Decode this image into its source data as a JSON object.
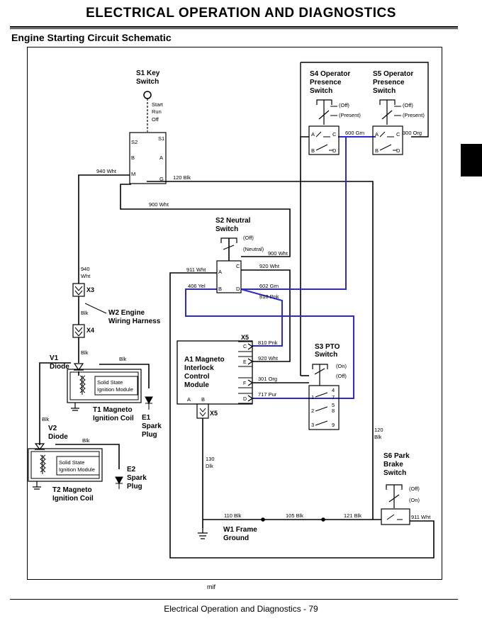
{
  "page": {
    "title": "ELECTRICAL   OPERATION AND DIAGNOSTICS",
    "subtitle": "Engine Starting Circuit Schematic",
    "footer": "Electrical   Operation and Diagnostics  - 79",
    "mif": "mif"
  },
  "colors": {
    "highlight_wire": "#2a2ad0",
    "wire": "#000000"
  },
  "components": {
    "s1": {
      "name1": "S1 Key",
      "name2": "Switch",
      "start": "Start",
      "run": "Run",
      "off": "Off",
      "t_s1": "S1",
      "t_s2": "S2",
      "t_b": "B",
      "t_a": "A",
      "t_m": "M",
      "t_g": "G"
    },
    "s4": {
      "name1": "S4 Operator",
      "name2": "Presence",
      "name3": "Switch",
      "off": "(Off)",
      "present": "(Present)",
      "t_a": "A",
      "t_b": "B",
      "t_c": "C",
      "t_d": "D"
    },
    "s5": {
      "name1": "S5 Operator",
      "name2": "Presence",
      "name3": "Switch",
      "off": "(Off)",
      "present": "(Present)",
      "t_a": "A",
      "t_b": "B",
      "t_c": "C",
      "t_d": "D"
    },
    "s2": {
      "name1": "S2 Neutral",
      "name2": "Switch",
      "off": "(Off)",
      "neutral": "(Neutral)",
      "t_a": "A",
      "t_b": "B",
      "t_c": "C",
      "t_d": "D"
    },
    "x3": "X3",
    "x4": "X4",
    "x5a": "X5",
    "x5b": "X5",
    "w2": {
      "name1": "W2 Engine",
      "name2": "Wiring Harness"
    },
    "a1": {
      "name1": "A1 Magneto",
      "name2": "Interlock",
      "name3": "Control",
      "name4": "Module",
      "t_a": "A",
      "t_b": "B",
      "t_c": "C",
      "t_e": "E",
      "t_f": "F",
      "t_d": "D"
    },
    "s3": {
      "name1": "S3 PTO",
      "name2": "Switch",
      "on": "(On)",
      "off": "(Off)",
      "p4": "4",
      "p7": "7",
      "p1": "1",
      "p2": "2",
      "p8": "8",
      "p5": "5",
      "p3": "3",
      "p9": "9"
    },
    "v1": {
      "name1": "V1",
      "name2": "Diode"
    },
    "t1": {
      "module1": "Solid State",
      "module2": "Ignition Module",
      "name1": "T1 Magneto",
      "name2": "Ignition Coil"
    },
    "e1": {
      "name1": "E1",
      "name2": "Spark",
      "name3": "Plug"
    },
    "v2": {
      "name1": "V2",
      "name2": "Diode"
    },
    "t2": {
      "module1": "Solid State",
      "module2": "Ignition Module",
      "name1": "T2 Magneto",
      "name2": "Ignition Coil"
    },
    "e2": {
      "name1": "E2",
      "name2": "Spark",
      "name3": "Plug"
    },
    "s6": {
      "name1": "S6 Park",
      "name2": "Brake",
      "name3": "Switch",
      "off": "(Off)",
      "on": "(On)"
    },
    "w1": {
      "name1": "W1 Frame",
      "name2": "Ground"
    }
  },
  "wires": {
    "w940_top": "940 Wht",
    "w940_side_1": "940",
    "w940_side_2": "Wht",
    "w120_top": "120 Blk",
    "w900_a": "900 Wht",
    "w900_b": "900 Wht",
    "w600": "600 Grn",
    "w300": "300 Org",
    "w911_a": "911 Wht",
    "w920_a": "920 Wht",
    "w406": "406 Yel",
    "w602": "602 Grn",
    "w810_a": "810 Pnk",
    "blk_x3": "Blk",
    "blk_x4": "Blk",
    "blk_v1": "Blk",
    "w810_b": "810 Pnk",
    "w920_b": "920 Wht",
    "w301": "301 Org",
    "w717": "717 Pur",
    "blk_v2": "Blk",
    "blk_t2": "Blk",
    "w120_side_1": "120",
    "w120_side_2": "Blk",
    "w130_1": "130",
    "w130_2": "Dlk",
    "w110": "110 Blk",
    "w105": "105 Blk",
    "w121": "121 Blk",
    "w911_b": "911 Wht"
  }
}
